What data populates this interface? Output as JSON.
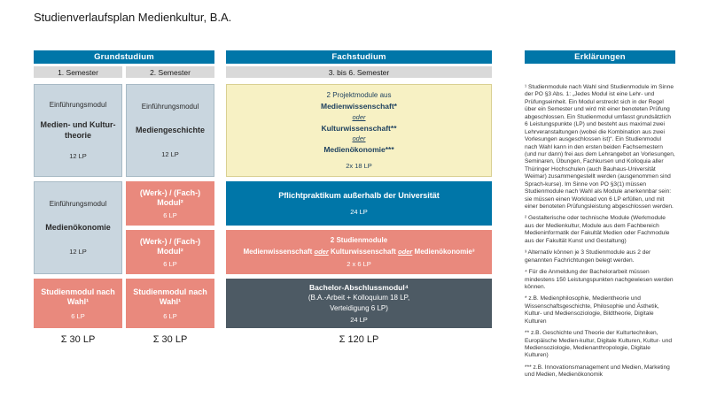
{
  "title": "Studienverlaufsplan Medienkultur, B.A.",
  "colors": {
    "teal": "#0076A8",
    "subheader_gray": "#D9D9D9",
    "blue_gray_box": "#C9D6DF",
    "salmon_box": "#E9897D",
    "yellow_box": "#F7F1C4",
    "dark_slate_box": "#4D5A64"
  },
  "headers": {
    "grundstudium": "Grundstudium",
    "fachstudium": "Fachstudium",
    "erklaerungen": "Erklärungen"
  },
  "grundstudium": {
    "sem1": {
      "label": "1. Semester",
      "box1": {
        "type": "Einführungsmodul",
        "name": "Medien- und Kultur-theorie",
        "lp": "12 LP"
      },
      "box2": {
        "type": "Einführungsmodul",
        "name": "Medienökonomie",
        "lp": "12 LP"
      },
      "box3": {
        "name": "Studienmodul nach Wahl¹",
        "lp": "6 LP"
      },
      "sum": "Σ 30 LP"
    },
    "sem2": {
      "label": "2. Semester",
      "box1": {
        "type": "Einführungsmodul",
        "name": "Mediengeschichte",
        "lp": "12 LP"
      },
      "box2": {
        "name": "(Werk-) / (Fach-) Modul²",
        "lp": "6 LP"
      },
      "box3": {
        "name": "(Werk-) / (Fach-) Modul²",
        "lp": "6 LP"
      },
      "box4": {
        "name": "Studienmodul nach Wahl¹",
        "lp": "6 LP"
      },
      "sum": "Σ 30 LP"
    }
  },
  "fachstudium": {
    "label": "3. bis 6. Semester",
    "projekt": {
      "line1": "2 Projektmodule aus",
      "opt1": "Medienwissenschaft*",
      "oder1": "oder",
      "opt2": "Kulturwissenschaft**",
      "oder2": "oder",
      "opt3": "Medienökonomie***",
      "lp": "2x 18 LP"
    },
    "praktikum": {
      "name": "Pflichtpraktikum außerhalb der Universität",
      "lp": "24 LP"
    },
    "studienmodule": {
      "line1": "2 Studienmodule",
      "a": "Medienwissenschaft",
      "oder1": "oder",
      "b": "Kulturwissenschaft",
      "oder2": "oder",
      "c": "Medienökonomie³",
      "lp": "2 x 6 LP"
    },
    "abschluss": {
      "name": "Bachelor-Abschlussmodul⁴",
      "line2": "(B.A.-Arbeit + Kolloquium 18 LP,",
      "line3": "Verteidigung 6 LP)",
      "lp": "24 LP"
    },
    "sum": "Σ 120 LP"
  },
  "erklaerungen": {
    "paragraphs": [
      "¹ Studienmodule nach Wahl sind Studienmodule im Sinne der PO §3 Abs. 1: „Jedes Modul ist eine Lehr- und Prüfungseinheit. Ein Modul erstreckt sich in der Regel über ein Semester und wird mit einer benoteten Prüfung abgeschlossen. Ein Studienmodul umfasst grundsätzlich 6 Leistungspunkte (LP) und besteht aus maximal zwei Lehrveranstaltungen (wobei die Kombination aus zwei Vorlesungen ausgeschlossen ist)“. Ein Studienmodul nach Wahl kann in den ersten beiden Fachsemestern (und nur dann) frei aus dem Lehrangebot an Vorlesungen, Seminaren, Übungen, Fachkursen und Kolloquia aller Thüringer Hochschulen (auch Bauhaus-Universität Weimar) zusammengestellt werden (ausgenommen sind Sprach-kurse). Im Sinne von PO §3(1) müssen Studienmodule nach Wahl als Module anerkennbar sein: sie müssen einen Workload von 6 LP erfüllen, und mit einer benoteten Prüfungsleistung abgeschlossen werden.",
      "² Gestalterische oder technische Module (Werkmodule aus der Medienkultur, Module aus dem Fachbereich Medieninformatik der Fakultät Medien oder Fachmodule aus der Fakultät Kunst und Gestaltung)",
      "³ Alternativ können je 3 Studienmodule aus 2 der genannten Fachrichtungen belegt werden.",
      "⁴ Für die Anmeldung der Bachelorarbeit müssen mindestens 150 Leistungspunkten nachgewiesen werden können.",
      "* z.B. Medienphilosophie, Medientheorie und Wissenschaftsgeschichte, Philosophie und Ästhetik, Kultur- und Mediensoziologie, Bildtheorie, Digitale Kulturen",
      "** z.B. Geschichte und Theorie der Kulturtechniken, Europäische Medien-kultur, Digitale Kulturen, Kultur- und Mediensoziologie, Medienanthropologie, Digitale Kulturen)",
      "*** z.B. Innovationsmanagement und Medien, Marketing und Medien, Medienökonomik"
    ]
  }
}
